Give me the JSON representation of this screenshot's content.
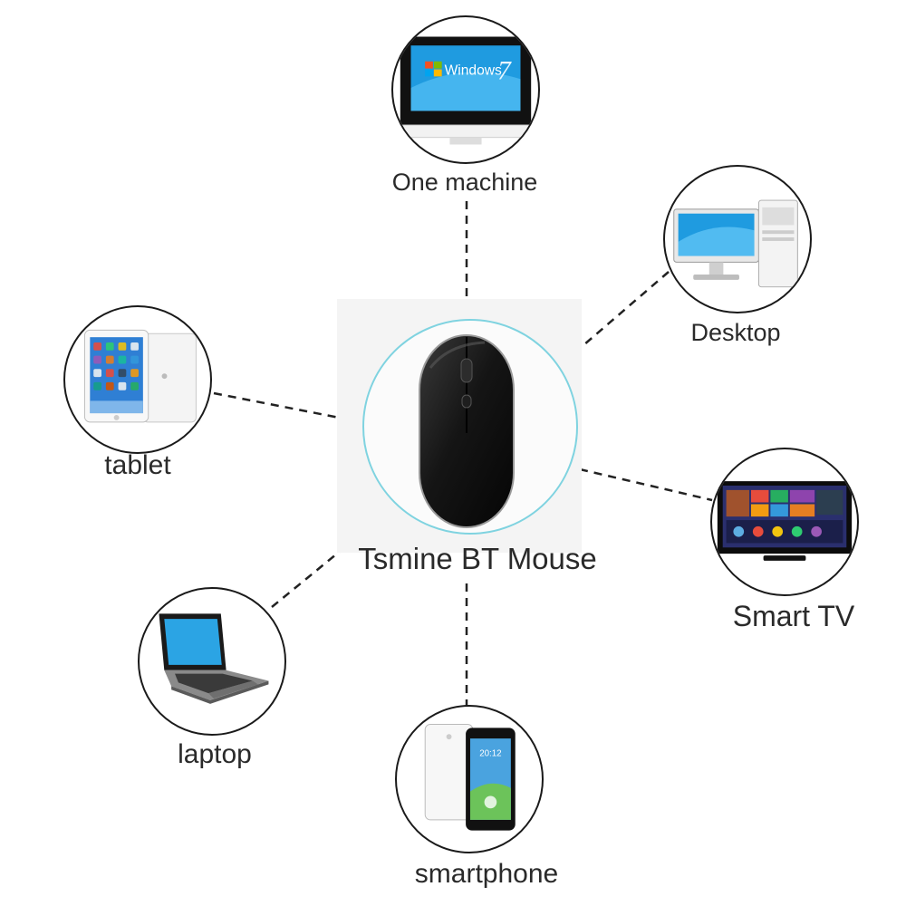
{
  "center": {
    "label": "Tsmine BT Mouse",
    "ring_color": "#7fd3e0"
  },
  "devices": {
    "one_machine": {
      "label": "One machine",
      "screen_text": "Windows",
      "screen_digit": "7"
    },
    "desktop": {
      "label": "Desktop"
    },
    "smart_tv": {
      "label": "Smart TV"
    },
    "smartphone": {
      "label": "smartphone",
      "clock": "20:12"
    },
    "laptop": {
      "label": "laptop"
    },
    "tablet": {
      "label": "tablet"
    }
  },
  "colors": {
    "outline": "#1a1a1a",
    "screen_blue": "#1f9be0",
    "text": "#2a2a2a"
  }
}
